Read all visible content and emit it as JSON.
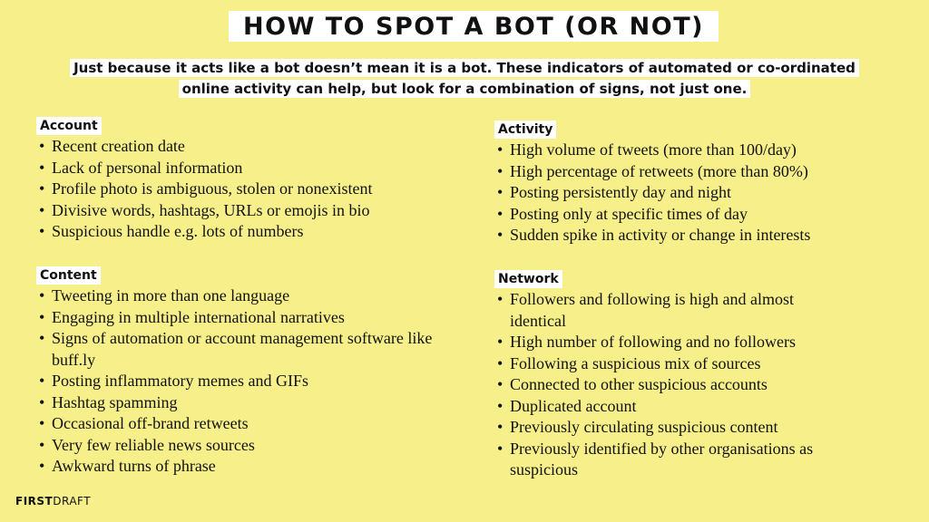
{
  "title": "HOW TO SPOT A BOT (OR NOT)",
  "subtitle": {
    "line1": "Just because it acts like a bot doesn’t mean it is a bot. These indicators of automated or co-ordinated",
    "line2": "online activity can help, but look for a combination of signs, not just one."
  },
  "sections": {
    "account": {
      "heading": "Account",
      "items": [
        "Recent creation date",
        "Lack of personal information",
        "Profile photo is ambiguous, stolen or nonexistent",
        "Divisive words, hashtags, URLs or emojis in bio",
        "Suspicious handle e.g. lots of numbers"
      ]
    },
    "content": {
      "heading": "Content",
      "items": [
        "Tweeting in more than one language",
        "Engaging in multiple international narratives",
        "Signs of automation or account management software like buff.ly",
        "Posting inflammatory memes and GIFs",
        "Hashtag spamming",
        "Occasional off-brand retweets",
        "Very few reliable news sources",
        "Awkward turns of phrase"
      ]
    },
    "activity": {
      "heading": "Activity",
      "items": [
        "High volume of tweets (more than 100/day)",
        "High percentage of retweets (more than 80%)",
        "Posting persistently day and night",
        "Posting only at specific times of day",
        "Sudden spike in activity or change in interests"
      ]
    },
    "network": {
      "heading": "Network",
      "items": [
        "Followers and following is high and almost identical",
        "High number of following and no followers",
        "Following a suspicious mix of sources",
        "Connected to other suspicious accounts",
        "Duplicated account",
        "Previously circulating suspicious content",
        "Previously identified by other organisations as suspicious"
      ]
    }
  },
  "logo": {
    "bold": "FIRST",
    "light": "DRAFT"
  },
  "colors": {
    "background": "#f7f08a",
    "highlight": "#ffffff",
    "text": "#111111"
  }
}
